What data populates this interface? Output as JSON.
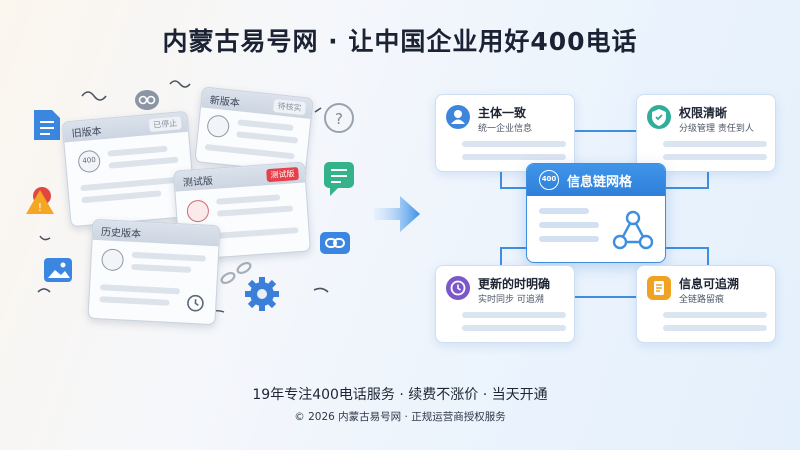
{
  "header": {
    "title": "内蒙古易号网 · 让中国企业用好400电话"
  },
  "scatter_cards": {
    "old": {
      "title": "旧版本",
      "tag": "已停止",
      "badge": "400"
    },
    "new": {
      "title": "新版本",
      "tag": "待核实"
    },
    "test": {
      "title": "测试版",
      "tag": "测试版"
    },
    "history": {
      "title": "历史版本"
    }
  },
  "network": {
    "center": {
      "title": "信息链网格",
      "badge": "400"
    },
    "nodes": {
      "top_left": {
        "title": "主体一致",
        "subtitle": "统一企业信息",
        "icon": "user-icon",
        "color": "#3d86db"
      },
      "top_right": {
        "title": "权限清晰",
        "subtitle": "分级管理 责任到人",
        "icon": "shield-icon",
        "color": "#2fae9a"
      },
      "bottom_left": {
        "title": "更新的时明确",
        "subtitle": "实时同步 可追溯",
        "icon": "clock-icon",
        "color": "#7b57c9"
      },
      "bottom_right": {
        "title": "信息可追溯",
        "subtitle": "全链路留痕",
        "icon": "document-icon",
        "color": "#f0a322"
      }
    }
  },
  "footer": {
    "main": "19年专注400电话服务 · 续费不涨价 · 当天开通",
    "sub": "© 2026 内蒙古易号网 · 正规运营商授权服务"
  }
}
